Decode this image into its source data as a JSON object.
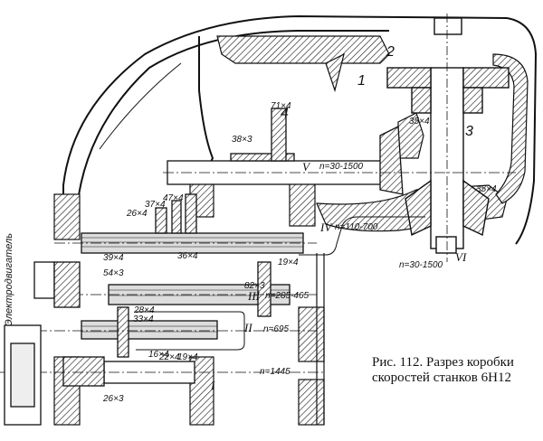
{
  "caption": {
    "line1": "Рис. 112. Разрез коробки",
    "line2": "скоростей станков 6Н12"
  },
  "side_label": "Электродвигатель",
  "part_numbers": [
    "1",
    "2",
    "3",
    "4"
  ],
  "shafts": [
    {
      "roman": "I",
      "speed": "n=1445"
    },
    {
      "roman": "II",
      "speed": "n=695"
    },
    {
      "roman": "III",
      "speed": "n=285-465"
    },
    {
      "roman": "IV",
      "speed": "n=110-700"
    },
    {
      "roman": "V",
      "speed": "n=30-1500"
    },
    {
      "roman": "VI",
      "speed": "n=30-1500"
    }
  ],
  "gears": {
    "g71x4": "71×4",
    "g38x3": "38×3",
    "g35x4a": "35×4",
    "g35x4b": "35×4",
    "g47x4": "47×4",
    "g37x4": "37×4",
    "g26x4": "26×4",
    "g39x4": "39×4",
    "g54x3": "54×3",
    "g36x4": "36×4",
    "g19x4a": "19×4",
    "g82x3": "82×3",
    "g28x4": "28×4",
    "g33x4": "33×4",
    "g16x4": "16×4",
    "g22x4": "22×4",
    "g19x4b": "19×4",
    "g26x3": "26×3"
  }
}
